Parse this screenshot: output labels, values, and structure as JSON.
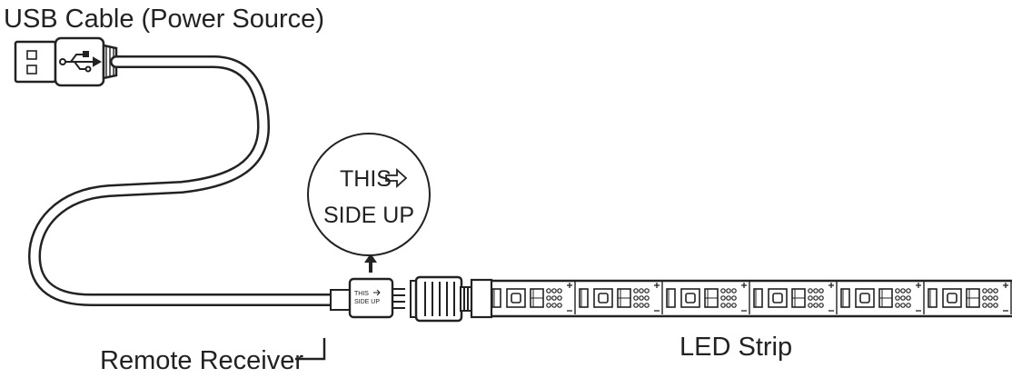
{
  "labels": {
    "usb_cable": "USB Cable (Power Source)",
    "remote_receiver": "Remote Receiver",
    "led_strip": "LED Strip"
  },
  "callout": {
    "line1": "THIS",
    "line2": "SIDE UP"
  },
  "receiver_marking": {
    "line1": "THIS",
    "line2": "SIDE UP"
  },
  "icons": [
    "usb-trident-icon",
    "up-arrow-icon",
    "outline-arrow-right-icon"
  ]
}
